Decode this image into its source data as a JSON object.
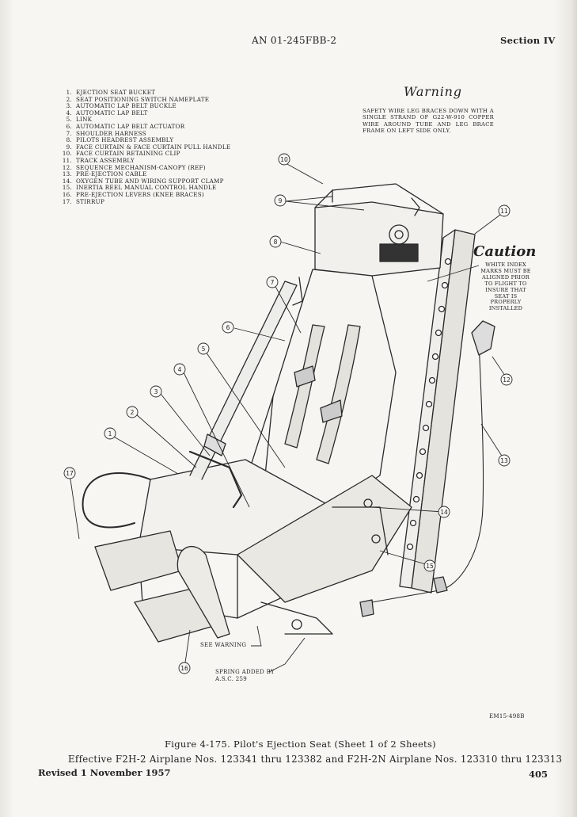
{
  "header": {
    "doc_number": "AN 01-245FBB-2",
    "section": "Section IV"
  },
  "legend": [
    {
      "num": "1.",
      "label": "EJECTION SEAT BUCKET"
    },
    {
      "num": "2.",
      "label": "SEAT POSITIONING SWITCH NAMEPLATE"
    },
    {
      "num": "3.",
      "label": "AUTOMATIC LAP BELT BUCKLE"
    },
    {
      "num": "4.",
      "label": "AUTOMATIC LAP BELT"
    },
    {
      "num": "5.",
      "label": "LINK"
    },
    {
      "num": "6.",
      "label": "AUTOMATIC LAP BELT ACTUATOR"
    },
    {
      "num": "7.",
      "label": "SHOULDER HARNESS"
    },
    {
      "num": "8.",
      "label": "PILOTS HEADREST ASSEMBLY"
    },
    {
      "num": "9.",
      "label": "FACE CURTAIN & FACE CURTAIN PULL HANDLE"
    },
    {
      "num": "10.",
      "label": "FACE CURTAIN RETAINING CLIP"
    },
    {
      "num": "11.",
      "label": "TRACK ASSEMBLY"
    },
    {
      "num": "12.",
      "label": "SEQUENCE MECHANISM-CANOPY (REF)"
    },
    {
      "num": "13.",
      "label": "PRE-EJECTION CABLE"
    },
    {
      "num": "14.",
      "label": "OXYGEN TUBE AND WIRING SUPPORT CLAMP"
    },
    {
      "num": "15.",
      "label": "INERTIA REEL MANUAL CONTROL HANDLE"
    },
    {
      "num": "16.",
      "label": "PRE-EJECTION LEVERS (KNEE BRACES)"
    },
    {
      "num": "17.",
      "label": "STIRRUP"
    }
  ],
  "warning": {
    "title": "Warning",
    "text": "SAFETY WIRE LEG BRACES DOWN WITH A SINGLE STRAND OF G22-W-910 COPPER WIRE AROUND TUBE AND LEG BRACE FRAME ON LEFT SIDE ONLY."
  },
  "caution": {
    "title": "Caution",
    "text": "WHITE INDEX MARKS MUST BE ALIGNED PRIOR TO FLIGHT TO INSURE THAT SEAT IS PROPERLY INSTALLED"
  },
  "notes": {
    "see_warning": "SEE WARNING",
    "spring_line1": "SPRING ADDED BY",
    "spring_line2": "A.S.C. 259"
  },
  "callouts": [
    "1",
    "2",
    "3",
    "4",
    "5",
    "6",
    "7",
    "8",
    "9",
    "10",
    "11",
    "12",
    "13",
    "14",
    "15",
    "16",
    "17"
  ],
  "drawing_code": "EM15-498B",
  "caption": {
    "figure": "Figure 4-175.  Pilot's Ejection Seat (Sheet 1 of 2 Sheets)",
    "effectivity": "Effective F2H-2 Airplane Nos.  123341 thru 123382 and F2H-2N Airplane Nos.  123310 thru 123313"
  },
  "footer": {
    "revised": "Revised  1  November  1957",
    "page_number": "405"
  }
}
